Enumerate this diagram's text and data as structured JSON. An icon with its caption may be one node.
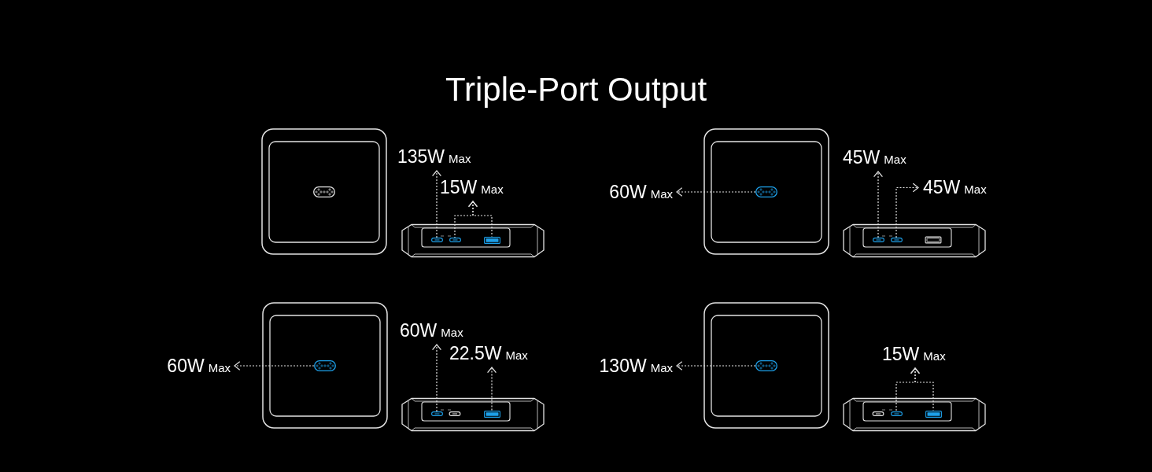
{
  "diagram": {
    "title": "Triple-Port Output",
    "nodes": [
      {
        "text": [
          "135W",
          "Max"
        ]
      },
      {
        "text": [
          "15W",
          "Max"
        ]
      },
      {
        "text": [],
        "shape": "box"
      },
      {
        "text": [],
        "shape": "box"
      },
      {
        "text": [],
        "shape": "box"
      },
      {
        "text": [
          "60W",
          "Max"
        ]
      },
      {
        "text": [],
        "shape": "box"
      },
      {
        "text": [
          "45W",
          "Max"
        ]
      },
      {
        "text": [
          "45W",
          "Max"
        ]
      },
      {
        "text": [],
        "shape": "box"
      },
      {
        "text": [],
        "shape": "box"
      },
      {
        "text": [
          "60W",
          "Max"
        ]
      },
      {
        "text": [],
        "shape": "box"
      },
      {
        "text": [
          "60W",
          "Max"
        ]
      },
      {
        "text": [
          "22.5W",
          "Max"
        ]
      },
      {
        "text": [],
        "shape": "box"
      },
      {
        "text": [],
        "shape": "box"
      },
      {
        "text": [
          "130W",
          "Max"
        ]
      },
      {
        "text": [],
        "shape": "box"
      },
      {
        "text": [
          "15W",
          "Max"
        ]
      },
      {
        "text": [],
        "shape": "box"
      },
      {
        "text": [],
        "shape": "box"
      }
    ],
    "edges": [
      {
        "from": 2,
        "to": 0,
        "arrow": "to",
        "style": "dashed"
      },
      {
        "from": 3,
        "to": 1,
        "arrow": "to",
        "style": "dashed"
      },
      {
        "from": 4,
        "to": 1,
        "arrow": "to",
        "style": "dashed"
      },
      {
        "from": 6,
        "to": 5,
        "arrow": "to",
        "style": "dashed"
      },
      {
        "from": 9,
        "to": 7,
        "arrow": "to",
        "style": "dashed"
      },
      {
        "from": 10,
        "to": 8,
        "arrow": "to",
        "style": "dashed"
      },
      {
        "from": 12,
        "to": 11,
        "arrow": "to",
        "style": "dashed"
      },
      {
        "from": 15,
        "to": 13,
        "arrow": "to",
        "style": "dashed"
      },
      {
        "from": 16,
        "to": 14,
        "arrow": "to",
        "style": "dashed"
      },
      {
        "from": 18,
        "to": 17,
        "arrow": "to",
        "style": "dashed"
      },
      {
        "from": 20,
        "to": 19,
        "arrow": "to",
        "style": "dashed"
      },
      {
        "from": 21,
        "to": 19,
        "arrow": "to",
        "style": "dashed"
      }
    ]
  }
}
